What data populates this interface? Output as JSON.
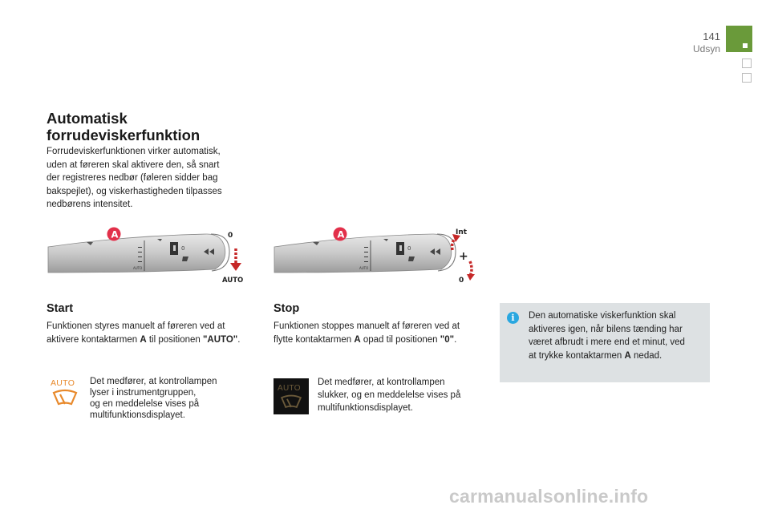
{
  "header": {
    "page_number": "141",
    "section": "Udsyn"
  },
  "main": {
    "title_line1": "Automatisk",
    "title_line2": "forrudeviskerfunktion",
    "intro_lines": [
      "Forrudeviskerfunktionen virker automatisk,",
      "uden at føreren skal aktivere den, så snart",
      "der registreres nedbør (føleren sidder bag",
      "bakspejlet), og viskerhastigheden tilpasses",
      "nedbørens intensitet."
    ]
  },
  "figures": {
    "start": {
      "callout": "A",
      "label_top": "0",
      "label_bottom": "AUTO",
      "switch_mark": "0",
      "scale_label": "AUTO"
    },
    "stop": {
      "callout": "A",
      "label_int": "Int",
      "label_plus": "+",
      "label_zero": "0",
      "switch_mark": "0",
      "scale_label": "AUTO"
    }
  },
  "start": {
    "heading": "Start",
    "text_line1": "Funktionen styres manuelt af føreren ved at",
    "text_line2_pre": "aktivere kontaktarmen ",
    "text_line2_bold": "A",
    "text_line2_mid": " til positionen ",
    "text_line2_bold2": "\"AUTO\"",
    "text_line2_end": ".",
    "icon_text": "AUTO",
    "detail_lines": [
      "Det medfører, at kontrollampen",
      "lyser i instrumentgruppen,",
      "og en meddelelse vises på",
      "multifunktionsdisplayet."
    ]
  },
  "stop": {
    "heading": "Stop",
    "text_line1": "Funktionen stoppes manuelt af føreren ved at",
    "text_line2_pre": "flytte kontaktarmen ",
    "text_line2_bold": "A",
    "text_line2_mid": " opad til positionen ",
    "text_line2_bold2": "\"0\"",
    "text_line2_end": ".",
    "icon_text": "AUTO",
    "detail_lines": [
      "Det medfører, at kontrollampen",
      "slukker, og en meddelelse vises på",
      "multifunktionsdisplayet."
    ]
  },
  "note": {
    "icon": "i",
    "lines": [
      "Den automatiske viskerfunktion skal",
      "aktiveres igen, når bilens tænding har",
      "været afbrudt i mere end et minut, ved"
    ],
    "last_line_pre": "at trykke kontaktarmen ",
    "last_line_bold": "A",
    "last_line_end": " nedad."
  },
  "watermark": "carmanualsonline.info",
  "colors": {
    "accent_green": "#6a9a3a",
    "warning_orange": "#e8892b",
    "arrow_red": "#c62828",
    "info_blue": "#29a7e0",
    "note_bg": "#dde1e3"
  }
}
